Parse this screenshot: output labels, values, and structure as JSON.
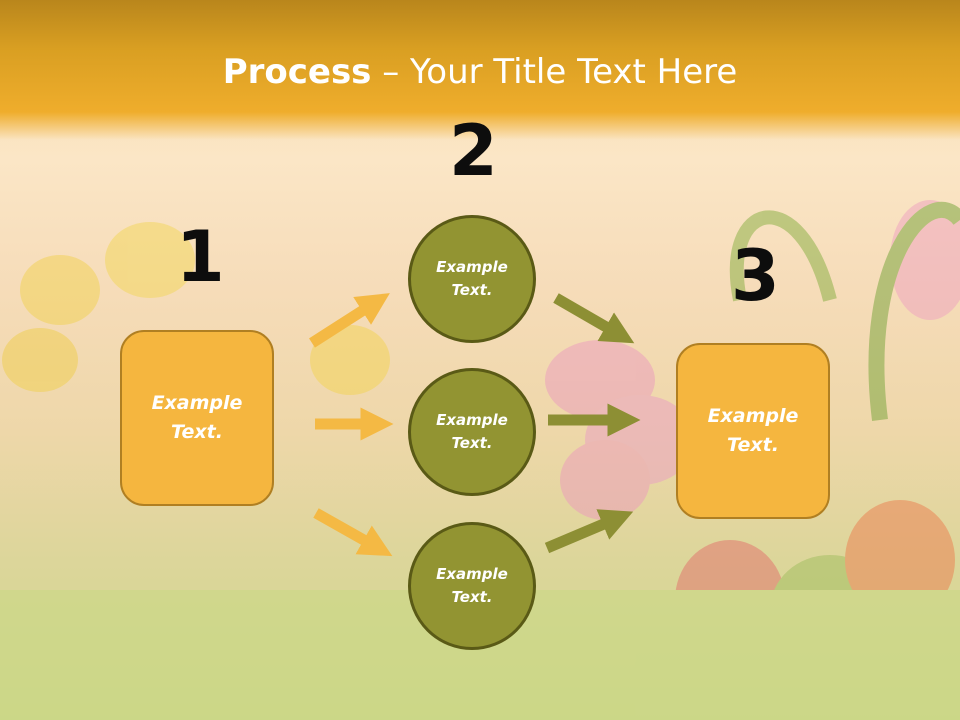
{
  "slide": {
    "title_bold": "Process",
    "title_rest": " – Your Title Text Here",
    "steps": [
      {
        "number": "1"
      },
      {
        "number": "2"
      },
      {
        "number": "3"
      }
    ],
    "left_box": {
      "line1": "Example",
      "line2": "Text."
    },
    "right_box": {
      "line1": "Example",
      "line2": "Text."
    },
    "circles": [
      {
        "line1": "Example",
        "line2": "Text."
      },
      {
        "line1": "Example",
        "line2": "Text."
      },
      {
        "line1": "Example",
        "line2": "Text."
      }
    ]
  },
  "colors": {
    "header": "#efad2c",
    "box_fill": "#f5b63f",
    "circle_fill": "#929432",
    "arrow_orange": "#f4b944",
    "arrow_olive": "#8d8f34"
  }
}
